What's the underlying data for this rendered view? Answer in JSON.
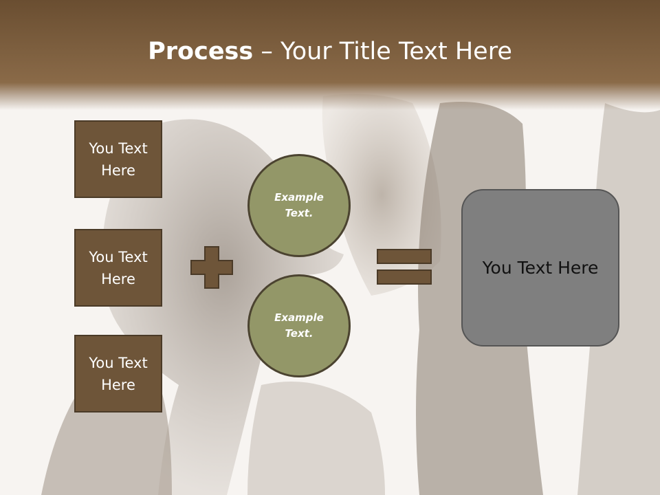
{
  "title": {
    "bold": "Process",
    "rest": " – Your Title Text Here"
  },
  "input_boxes": [
    {
      "label": "You Text Here"
    },
    {
      "label": "You Text Here"
    },
    {
      "label": "You Text Here"
    }
  ],
  "circles": [
    {
      "label": "Example Text."
    },
    {
      "label": "Example Text."
    }
  ],
  "result_box": {
    "label": "You Text Here"
  },
  "colors": {
    "header": "#7d5f3f",
    "box_fill": "#6e5539",
    "circle_fill": "#939768",
    "result_fill": "#7f7f7f"
  },
  "icons": [
    "plus-icon",
    "equals-icon"
  ]
}
